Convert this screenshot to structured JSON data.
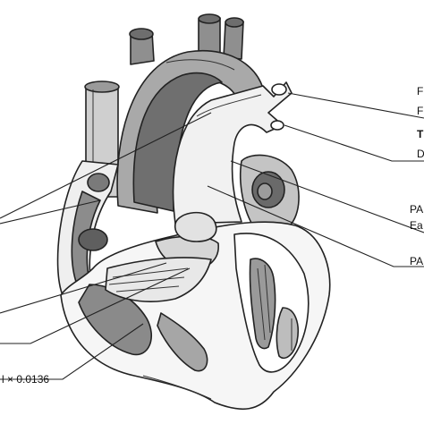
{
  "labels": {
    "right_1": "F",
    "right_2": "F",
    "right_3": "T",
    "right_4": "D",
    "right_5": "PA",
    "right_6": "Ea",
    "right_7": "PA",
    "left_bottom": "l × 0.0136"
  },
  "colors": {
    "outline": "#222222",
    "wall_light": "#f2f2f2",
    "wall_mid": "#c9c9c9",
    "cavity_dark": "#8e8e8e",
    "cavity_deep": "#6e6e6e",
    "vessel": "#a8a8a8"
  }
}
